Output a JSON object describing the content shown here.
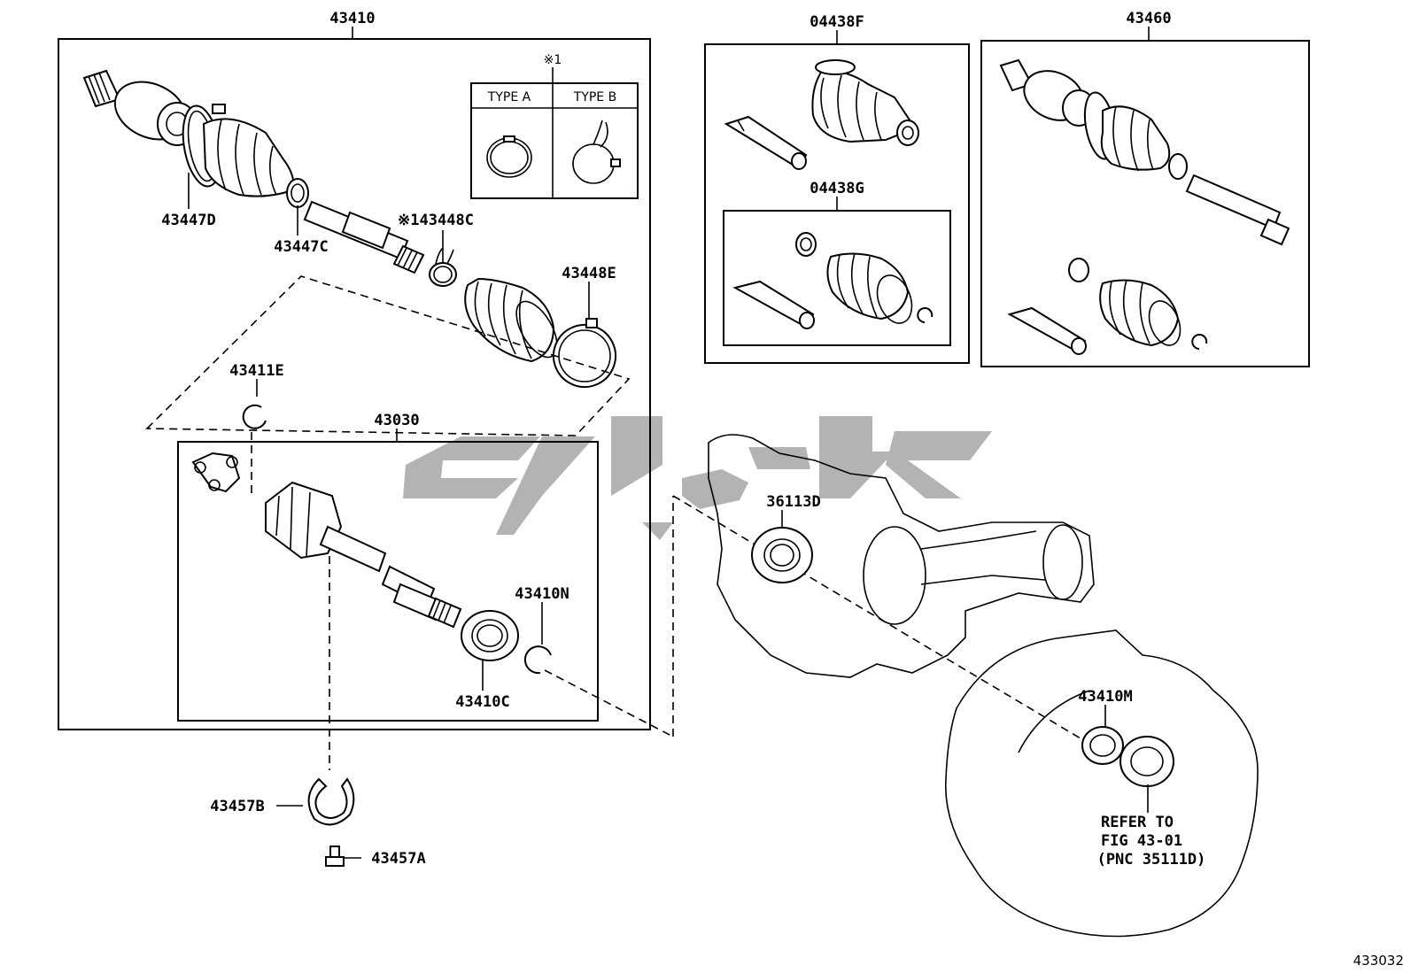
{
  "figure_number": "433032",
  "watermark_color": "#b3b3b3",
  "groups": {
    "main_assembly": "43410",
    "boot_kit_outer": "04438F",
    "boot_kit_inner": "04438G",
    "shaft_assembly_right": "43460",
    "inner_joint_assembly": "43030"
  },
  "clamp_types": {
    "note_mark": "※1",
    "type_a": "TYPE A",
    "type_b": "TYPE B"
  },
  "parts": {
    "p43447D": "43447D",
    "p43447C": "43447C",
    "p43448C": "※143448C",
    "p43448E": "43448E",
    "p43411E": "43411E",
    "p43410N": "43410N",
    "p43410C": "43410C",
    "p43457B": "43457B",
    "p43457A": "43457A",
    "p36113D": "36113D",
    "p43410M": "43410M"
  },
  "reference_note": {
    "line1": "REFER TO",
    "line2": "FIG 43-01",
    "line3": "(PNC 35111D)"
  }
}
